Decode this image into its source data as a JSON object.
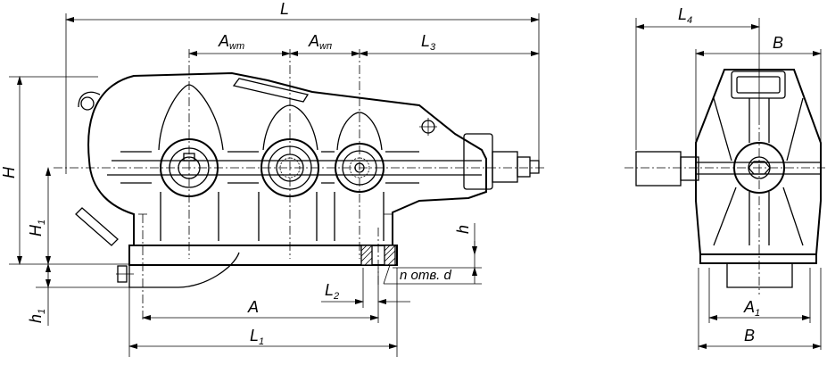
{
  "labels": {
    "L": "L",
    "A_wT": {
      "main": "A",
      "sub": "wт"
    },
    "A_wP": {
      "main": "A",
      "sub": "wп"
    },
    "L3": {
      "main": "L",
      "sub": "3"
    },
    "H": "H",
    "H1": {
      "main": "H",
      "sub": "1"
    },
    "h": "h",
    "h1": {
      "main": "h",
      "sub": "1"
    },
    "A": "A",
    "L1": {
      "main": "L",
      "sub": "1"
    },
    "L2": {
      "main": "L",
      "sub": "2"
    },
    "holes": "n отв. d",
    "L4": {
      "main": "L",
      "sub": "4"
    },
    "B_top": "B",
    "A1": {
      "main": "A",
      "sub": "1"
    },
    "B_bottom": "B"
  }
}
